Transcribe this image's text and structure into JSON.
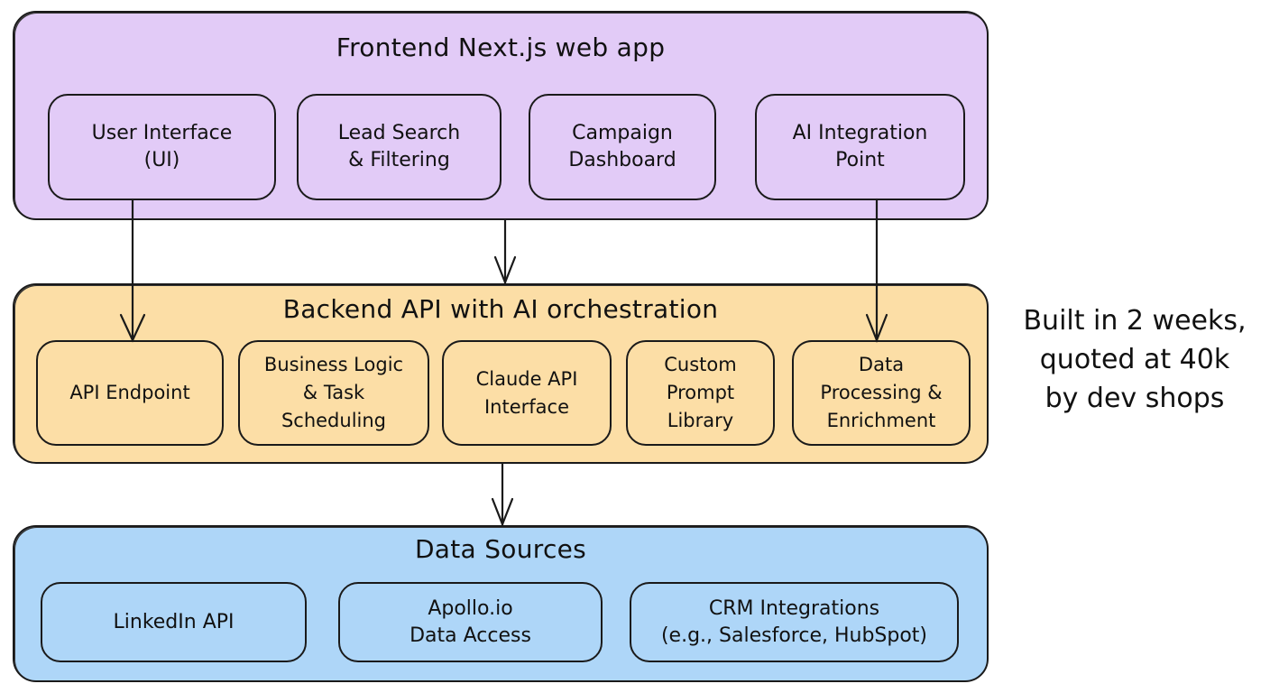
{
  "diagram": {
    "colors": {
      "frontend_fill": "#e2cbf7",
      "backend_fill": "#fcdea6",
      "sources_fill": "#aed6f8",
      "stroke": "#1a1a1a"
    },
    "layers": {
      "frontend": {
        "title": "Frontend Next.js web app",
        "components": [
          {
            "label": "User Interface\n(UI)"
          },
          {
            "label": "Lead Search\n& Filtering"
          },
          {
            "label": "Campaign\nDashboard"
          },
          {
            "label": "AI Integration\nPoint"
          }
        ]
      },
      "backend": {
        "title": "Backend API with AI orchestration",
        "components": [
          {
            "label": "API Endpoint"
          },
          {
            "label": "Business Logic\n& Task\nScheduling"
          },
          {
            "label": "Claude API\nInterface"
          },
          {
            "label": "Custom\nPrompt\nLibrary"
          },
          {
            "label": "Data\nProcessing &\nEnrichment"
          }
        ]
      },
      "sources": {
        "title": "Data Sources",
        "components": [
          {
            "label": "LinkedIn API"
          },
          {
            "label": "Apollo.io\nData Access"
          },
          {
            "label": "CRM Integrations\n(e.g., Salesforce, HubSpot)"
          }
        ]
      }
    },
    "connections": [
      {
        "from": "User Interface (UI)",
        "to": "API Endpoint"
      },
      {
        "from": "Frontend Next.js web app",
        "to": "Backend API with AI orchestration"
      },
      {
        "from": "AI Integration Point",
        "to": "Data Processing & Enrichment"
      },
      {
        "from": "Backend API with AI orchestration",
        "to": "Data Sources"
      }
    ],
    "side_note": "Built in 2 weeks,\nquoted at 40k\nby dev shops"
  }
}
